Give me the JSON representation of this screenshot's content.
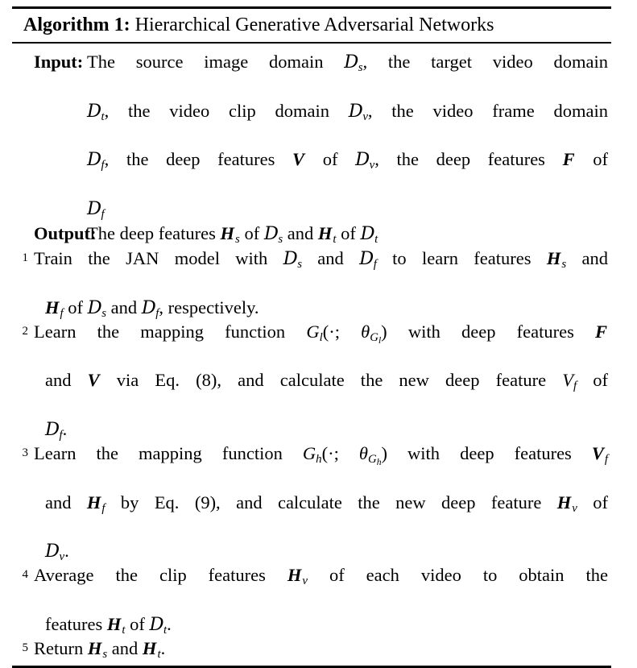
{
  "document": {
    "type": "algorithm-block",
    "caption": {
      "keyword": "Algorithm 1:",
      "title": "Hierarchical Generative Adversarial Networks",
      "full_text": "Algorithm 1: Hierarchical Generative Adversarial Networks"
    },
    "io": [
      {
        "label": "Input:",
        "text": "The source image domain Ðѕ, the target video domain Ðₜ, the video clip domain Ðᵥ, the video frame domain Ð_f, the deep features V of Ðᵥ, the deep features F of Ð_f",
        "plain": "Input: The source image domain D_s, the target video domain D_t, the video clip domain D_v, the video frame domain D_f, the deep features V of D_v, the deep features F of D_f"
      },
      {
        "label": "Output:",
        "text": "The deep features H_s of D_s and H_t of D_t",
        "plain": "Output: The deep features H_s of D_s and H_t of D_t"
      }
    ],
    "steps": [
      {
        "number": "1",
        "plain": "Train the JAN model with D_s and D_f to learn features H_s and H_f of D_s and D_f, respectively."
      },
      {
        "number": "2",
        "plain": "Learn the mapping function G_l(·; θ_{G_l}) with deep features F and V via Eq. (8), and calculate the new deep feature V_f of D_f."
      },
      {
        "number": "3",
        "plain": "Learn the mapping function G_h(·; θ_{G_h}) with deep features V_f and H_f by Eq. (9), and calculate the new deep feature H_v of D_v."
      },
      {
        "number": "4",
        "plain": "Average the clip features H_v of each video to obtain the features H_t of D_t."
      },
      {
        "number": "5",
        "plain": "Return H_s and H_t."
      }
    ],
    "equation_refs": [
      "Eq. (8)",
      "Eq. (9)"
    ],
    "model_name": "JAN",
    "colors": {
      "text": "#000000",
      "background": "#ffffff",
      "rule": "#000000"
    }
  }
}
